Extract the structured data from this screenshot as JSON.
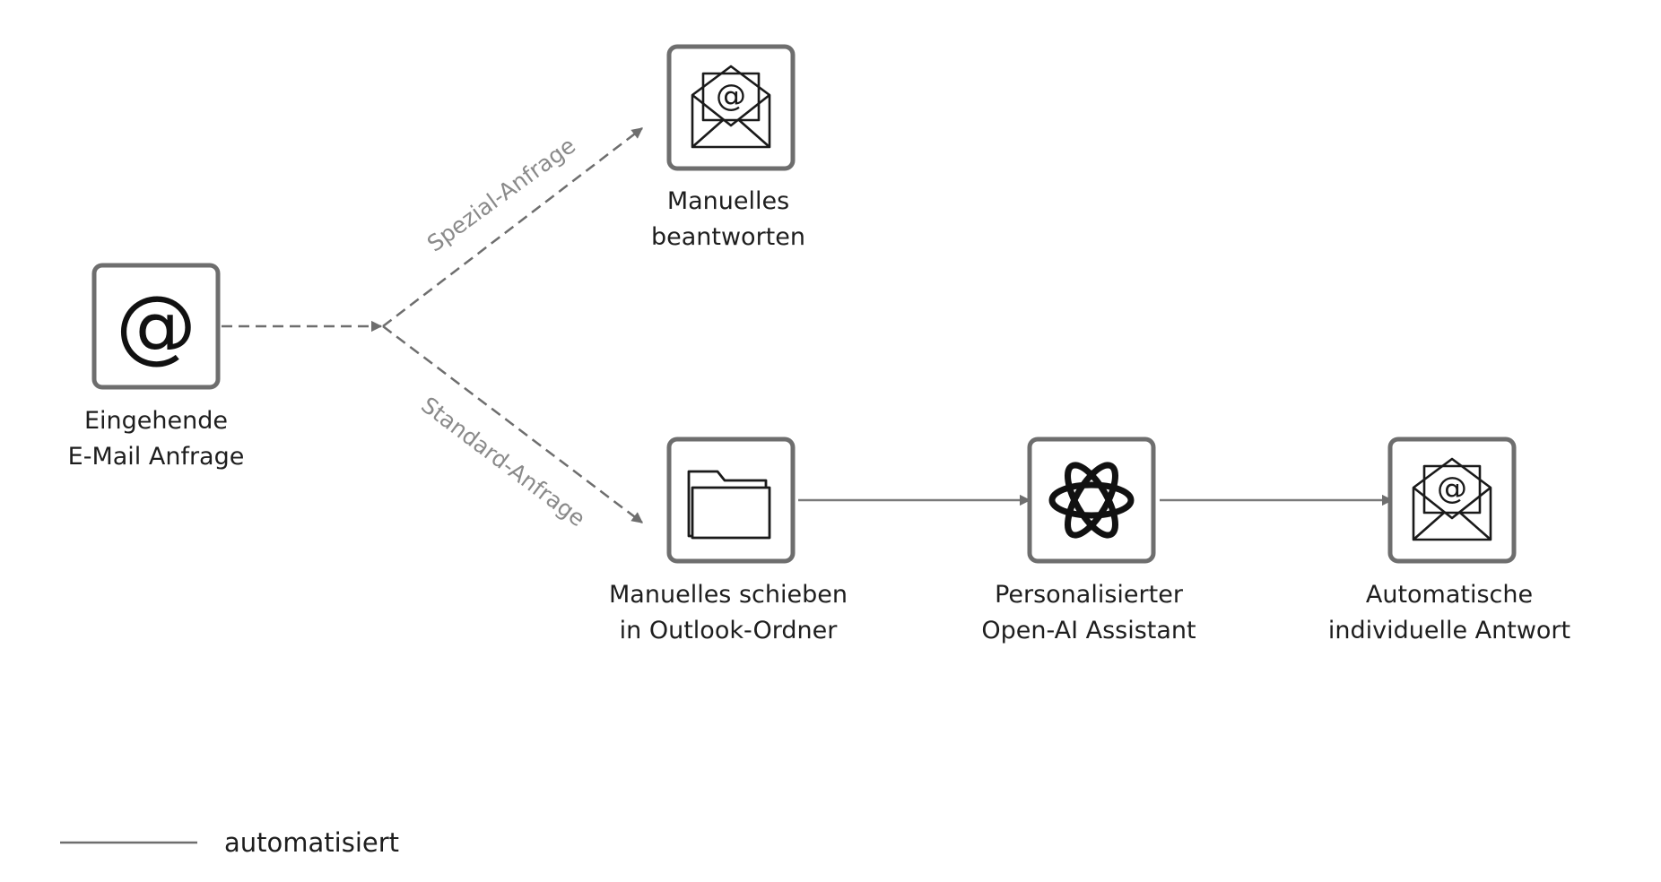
{
  "nodes": {
    "incoming": {
      "icon": "at-sign-icon",
      "line1": "Eingehende",
      "line2": "E-Mail Anfrage",
      "glyph": "@"
    },
    "manual_reply": {
      "icon": "open-envelope-at-icon",
      "line1": "Manuelles",
      "line2": "beantworten"
    },
    "manual_move": {
      "icon": "folder-icon",
      "line1": "Manuelles schieben",
      "line2": "in Outlook-Ordner"
    },
    "assistant": {
      "icon": "openai-logo-icon",
      "line1": "Personalisierter",
      "line2": "Open-AI Assistant"
    },
    "auto_reply": {
      "icon": "open-envelope-at-icon",
      "line1": "Automatische",
      "line2": "individuelle Antwort"
    }
  },
  "edges": {
    "special": "Spezial-Anfrage",
    "standard": "Standard-Anfrage"
  },
  "legend": {
    "solid_label": "automatisiert"
  },
  "colors": {
    "box_stroke": "#6e6e6e",
    "line": "#6e6e6e",
    "edge_label": "#8a8a8a",
    "text": "#1e1e1e"
  }
}
